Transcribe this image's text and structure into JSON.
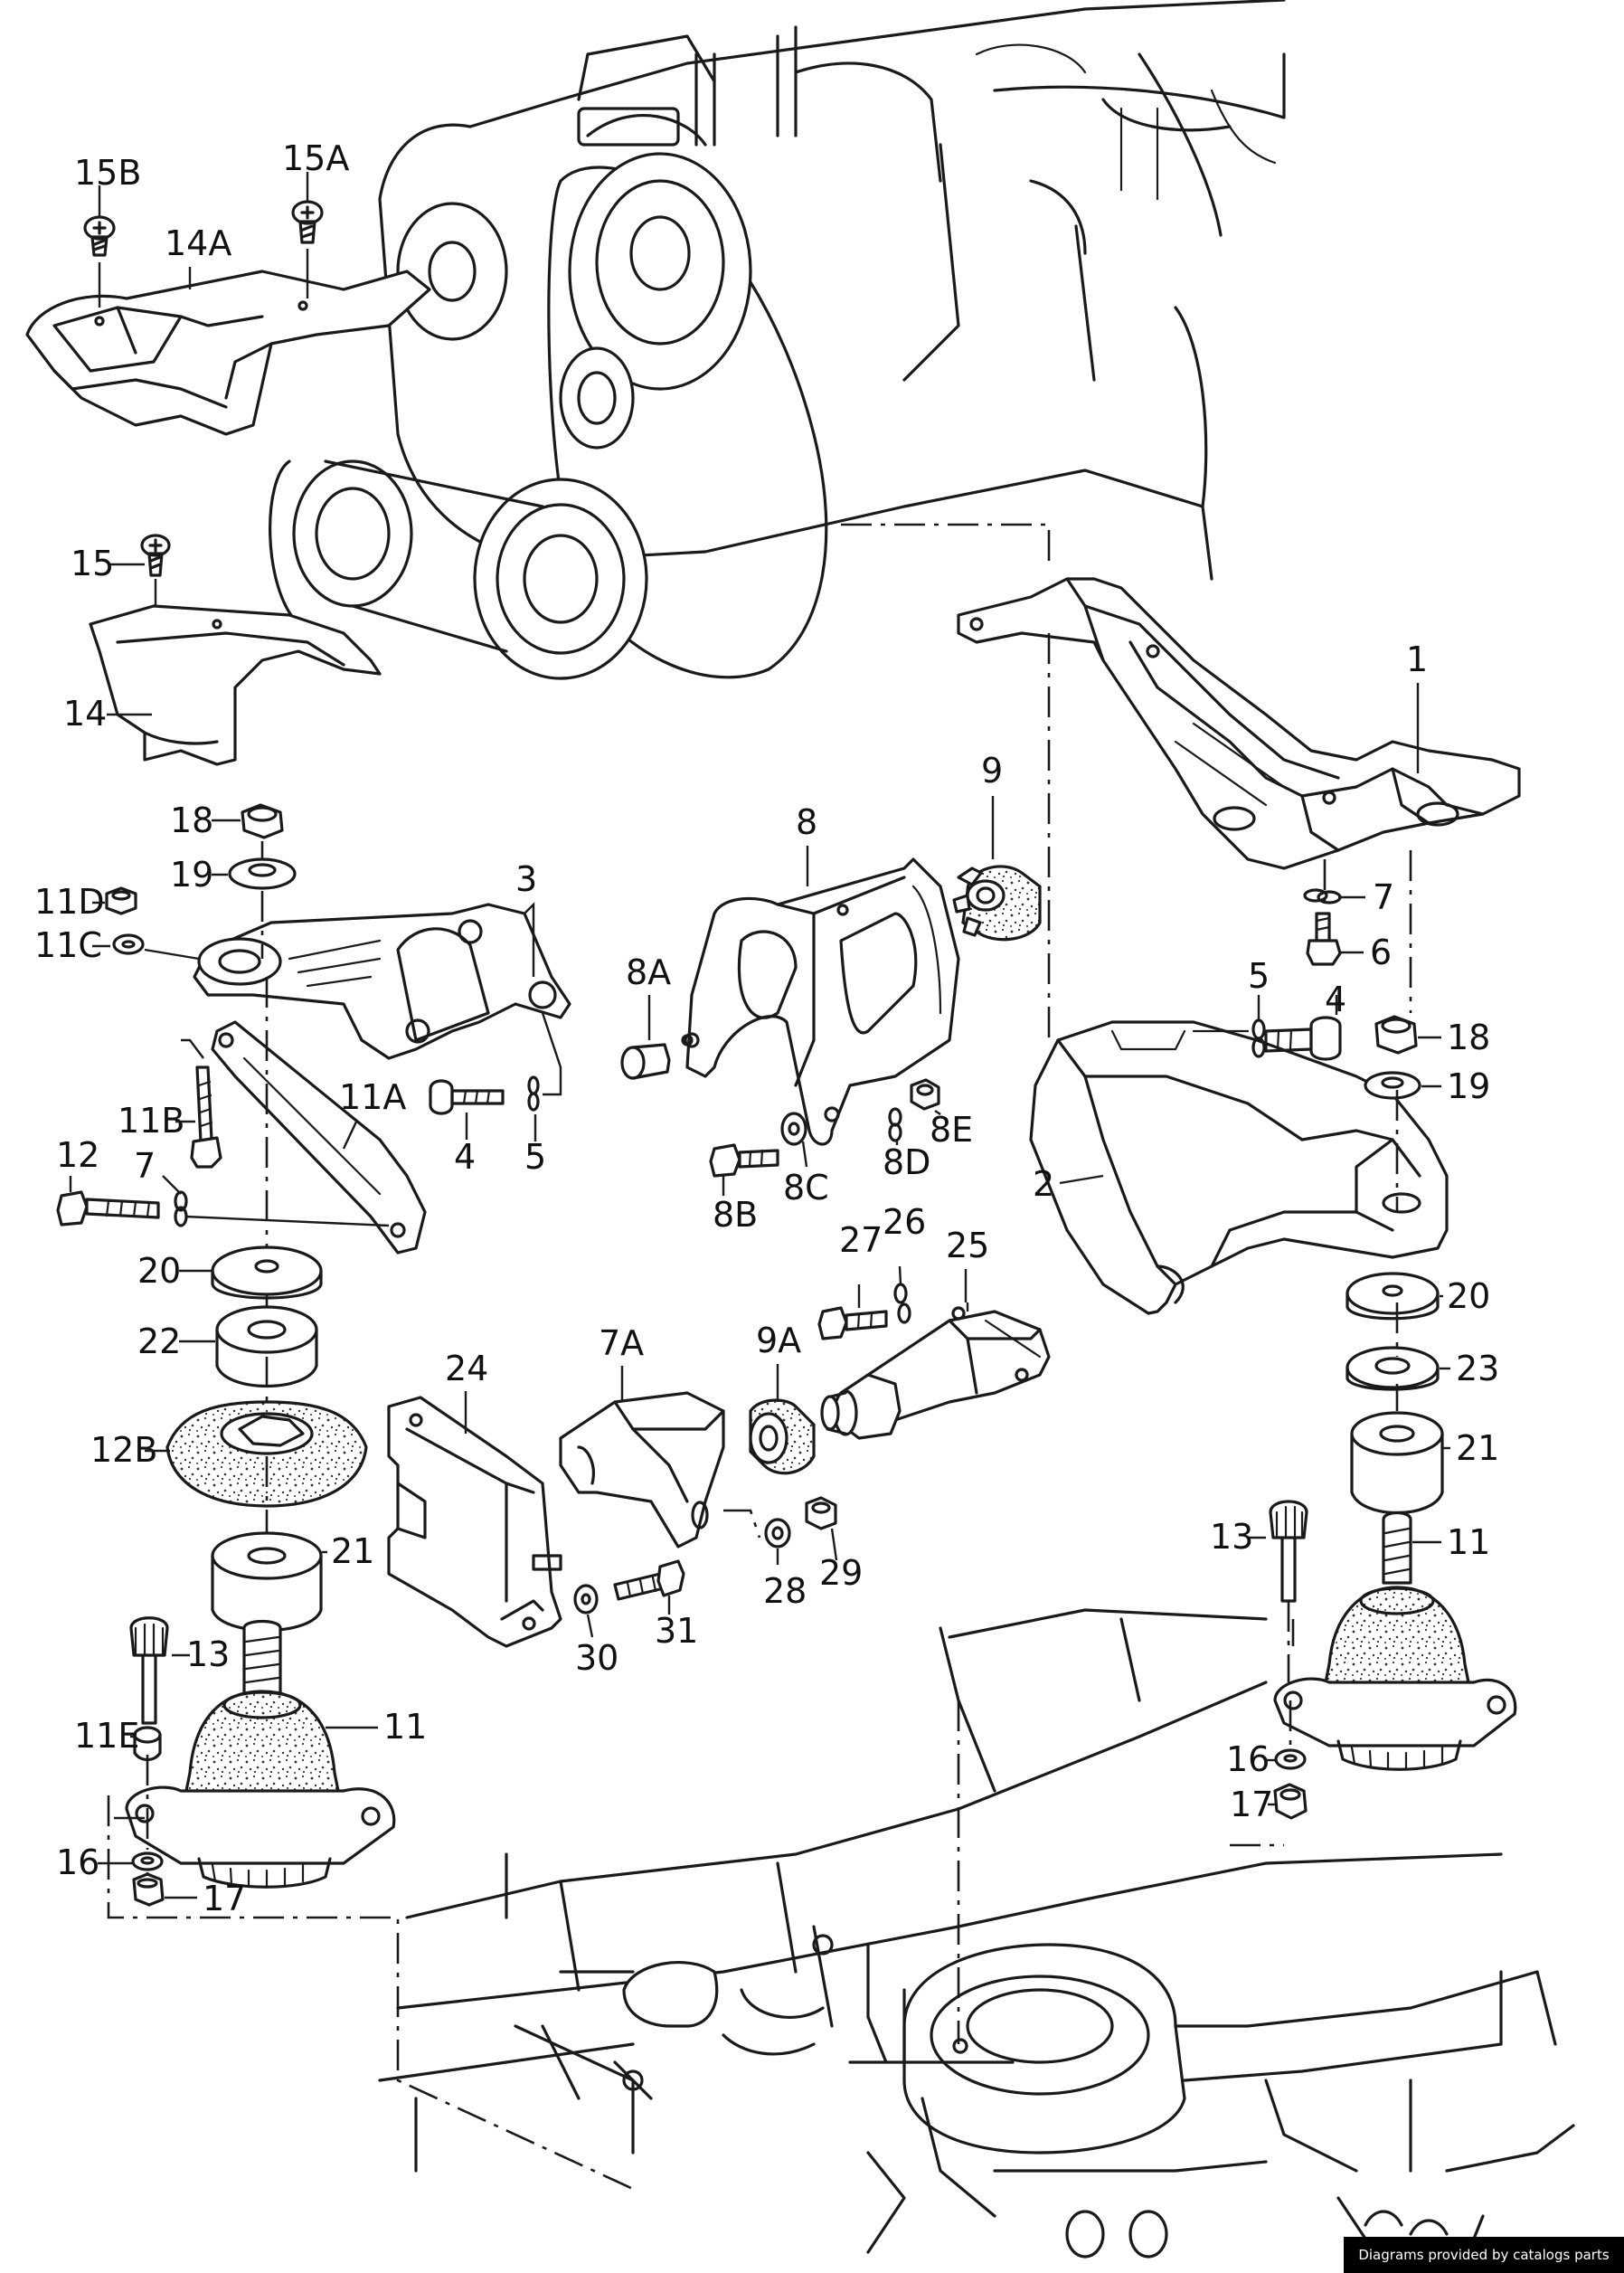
{
  "footer": {
    "credit": "Diagrams provided by catalogs parts"
  },
  "labels": {
    "c1": "1",
    "c2": "2",
    "c3": "3",
    "c4a": "4",
    "c4b": "4",
    "c5a": "5",
    "c5b": "5",
    "c6": "6",
    "c7a": "7",
    "c7b": "7",
    "c7A": "7A",
    "c8": "8",
    "c8A": "8A",
    "c8B": "8B",
    "c8C": "8C",
    "c8D": "8D",
    "c8E": "8E",
    "c9": "9",
    "c9A": "9A",
    "c11a": "11",
    "c11b": "11",
    "c11A": "11A",
    "c11B": "11B",
    "c11C": "11C",
    "c11D": "11D",
    "c11E": "11E",
    "c12": "12",
    "c12B": "12B",
    "c13a": "13",
    "c13b": "13",
    "c14": "14",
    "c14A": "14A",
    "c15": "15",
    "c15A": "15A",
    "c15B": "15B",
    "c16a": "16",
    "c16b": "16",
    "c17a": "17",
    "c17b": "17",
    "c18a": "18",
    "c18b": "18",
    "c19a": "19",
    "c19b": "19",
    "c20a": "20",
    "c20b": "20",
    "c21a": "21",
    "c21b": "21",
    "c22": "22",
    "c23": "23",
    "c24": "24",
    "c25": "25",
    "c26": "26",
    "c27": "27",
    "c28": "28",
    "c29": "29",
    "c30": "30",
    "c31": "31"
  }
}
